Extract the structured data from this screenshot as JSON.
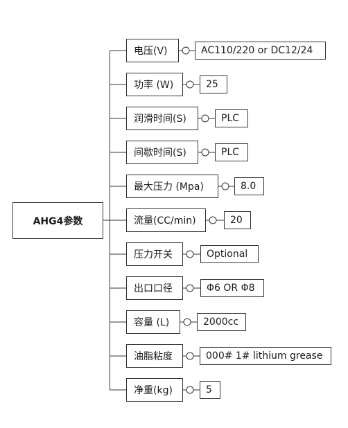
{
  "root": {
    "label": "AHG4参数"
  },
  "params": [
    {
      "label": "电压(V)",
      "value": "AC110/220 or DC12/24"
    },
    {
      "label": "功率 (W)",
      "value": "25"
    },
    {
      "label": "润滑时间(S)",
      "value": "PLC"
    },
    {
      "label": "间歇时间(S)",
      "value": "PLC"
    },
    {
      "label": "最大压力 (Mpa)",
      "value": "8.0"
    },
    {
      "label": "流量(CC/min)",
      "value": "20"
    },
    {
      "label": "压力开关",
      "value": "Optional"
    },
    {
      "label": "出口口径",
      "value": "Φ6 OR Φ8"
    },
    {
      "label": "容量 (L)",
      "value": "2000cc"
    },
    {
      "label": "油脂粘度",
      "value": "000# 1# lithium grease"
    },
    {
      "label": "净重(kg)",
      "value": "5"
    }
  ],
  "colors": {
    "line": "#333333",
    "border": "#333333",
    "text": "#1a1a1a"
  }
}
